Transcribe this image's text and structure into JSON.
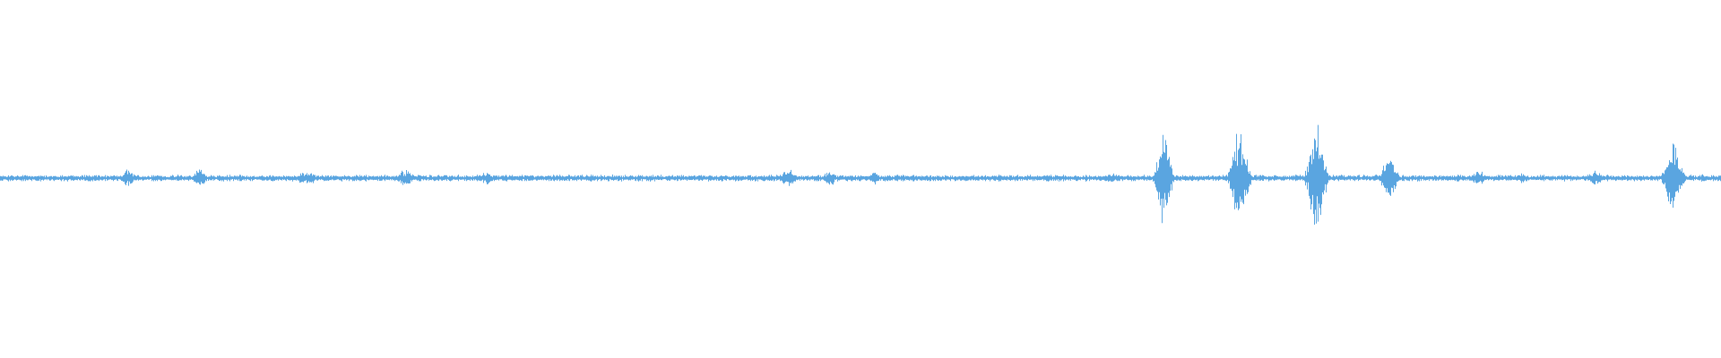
{
  "waveform": {
    "color": "#5aa5e0",
    "baseline_amplitude": 0.01,
    "noise_amplitude": 0.02,
    "bursts": [
      {
        "position": 0.074,
        "amplitude": 0.06,
        "width": 0.006
      },
      {
        "position": 0.116,
        "amplitude": 0.06,
        "width": 0.006
      },
      {
        "position": 0.158,
        "amplitude": 0.02,
        "width": 0.008
      },
      {
        "position": 0.178,
        "amplitude": 0.04,
        "width": 0.01
      },
      {
        "position": 0.235,
        "amplitude": 0.05,
        "width": 0.008
      },
      {
        "position": 0.283,
        "amplitude": 0.04,
        "width": 0.006
      },
      {
        "position": 0.343,
        "amplitude": 0.02,
        "width": 0.006
      },
      {
        "position": 0.458,
        "amplitude": 0.05,
        "width": 0.008
      },
      {
        "position": 0.482,
        "amplitude": 0.05,
        "width": 0.006
      },
      {
        "position": 0.508,
        "amplitude": 0.04,
        "width": 0.006
      },
      {
        "position": 0.645,
        "amplitude": 0.03,
        "width": 0.008
      },
      {
        "position": 0.676,
        "amplitude": 0.32,
        "width": 0.006
      },
      {
        "position": 0.72,
        "amplitude": 0.31,
        "width": 0.007
      },
      {
        "position": 0.765,
        "amplitude": 0.32,
        "width": 0.007
      },
      {
        "position": 0.807,
        "amplitude": 0.18,
        "width": 0.006
      },
      {
        "position": 0.859,
        "amplitude": 0.05,
        "width": 0.006
      },
      {
        "position": 0.884,
        "amplitude": 0.03,
        "width": 0.004
      },
      {
        "position": 0.927,
        "amplitude": 0.06,
        "width": 0.006
      },
      {
        "position": 0.972,
        "amplitude": 0.23,
        "width": 0.007
      },
      {
        "position": 0.988,
        "amplitude": 0.03,
        "width": 0.004
      }
    ]
  }
}
